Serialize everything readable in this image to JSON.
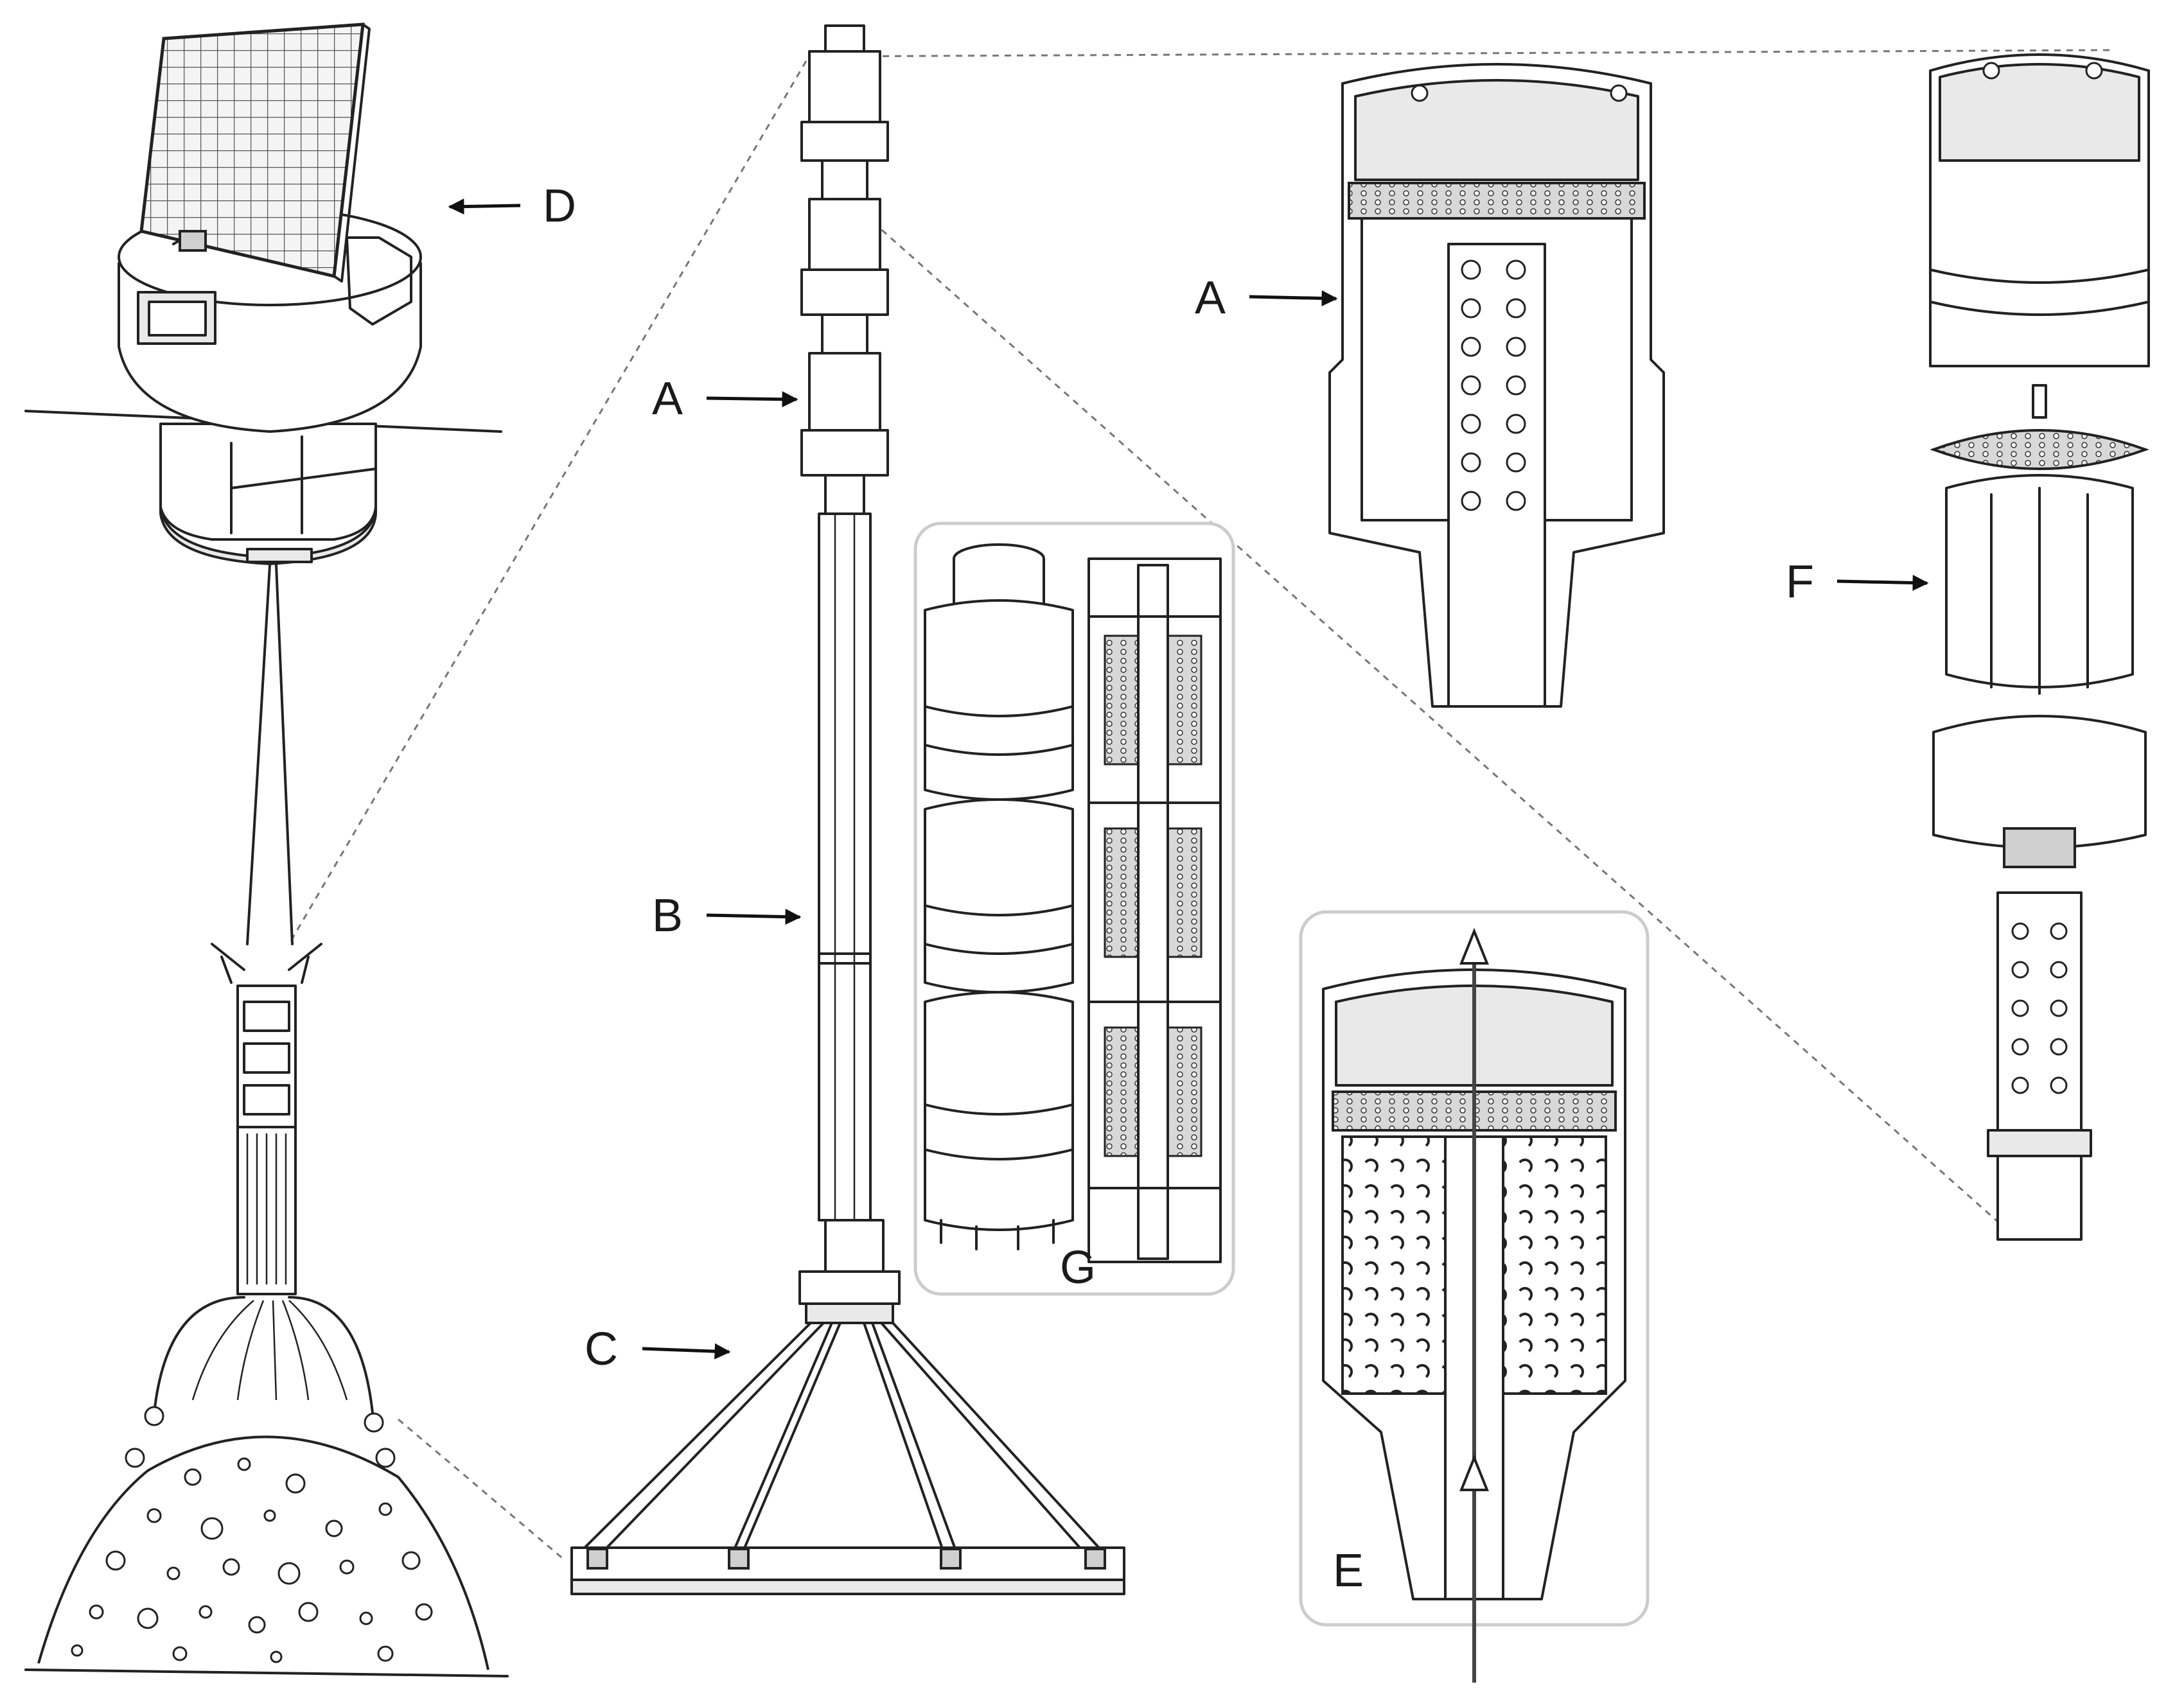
{
  "labels": {
    "a_tower": "A",
    "a_detail": "A",
    "b": "B",
    "c": "C",
    "d": "D",
    "e": "E",
    "f": "F",
    "g": "G"
  },
  "colors": {
    "line": "#222222",
    "panel_border": "#cccccc",
    "guide_dash": "#777777",
    "shade": "#e9e9e9"
  }
}
